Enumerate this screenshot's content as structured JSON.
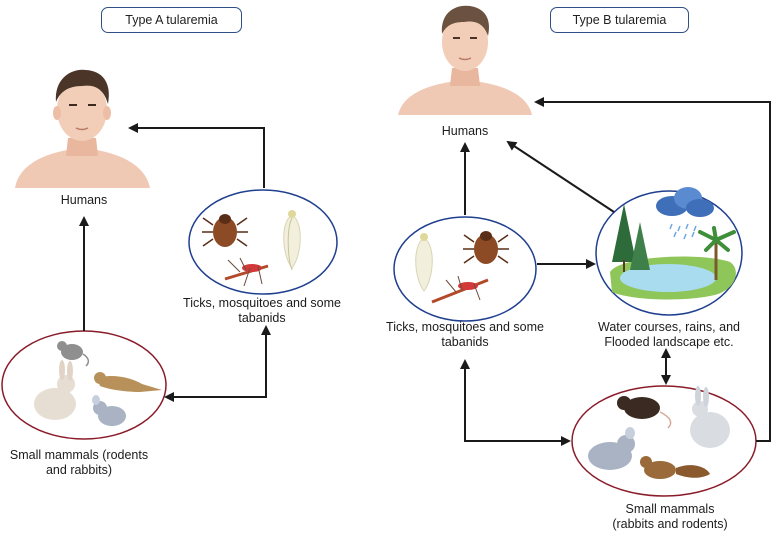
{
  "type_a": {
    "title": "Type A tularemia",
    "humans_label": "Humans",
    "vectors_label": "Ticks, mosquitoes and some tabanids",
    "mammals_label": "Small mammals (rodents and rabbits)"
  },
  "type_b": {
    "title": "Type B tularemia",
    "humans_label": "Humans",
    "vectors_label": "Ticks, mosquitoes and some tabanids",
    "water_label": "Water courses, rains, and Flooded landscape etc.",
    "mammals_label": "Small mammals (rabbits and rodents)"
  },
  "colors": {
    "badge_border": "#2f4f86",
    "vector_ellipse": "#1f3f8f",
    "mammal_ellipse": "#8a1c2a",
    "arrow": "#1a1a1a"
  }
}
